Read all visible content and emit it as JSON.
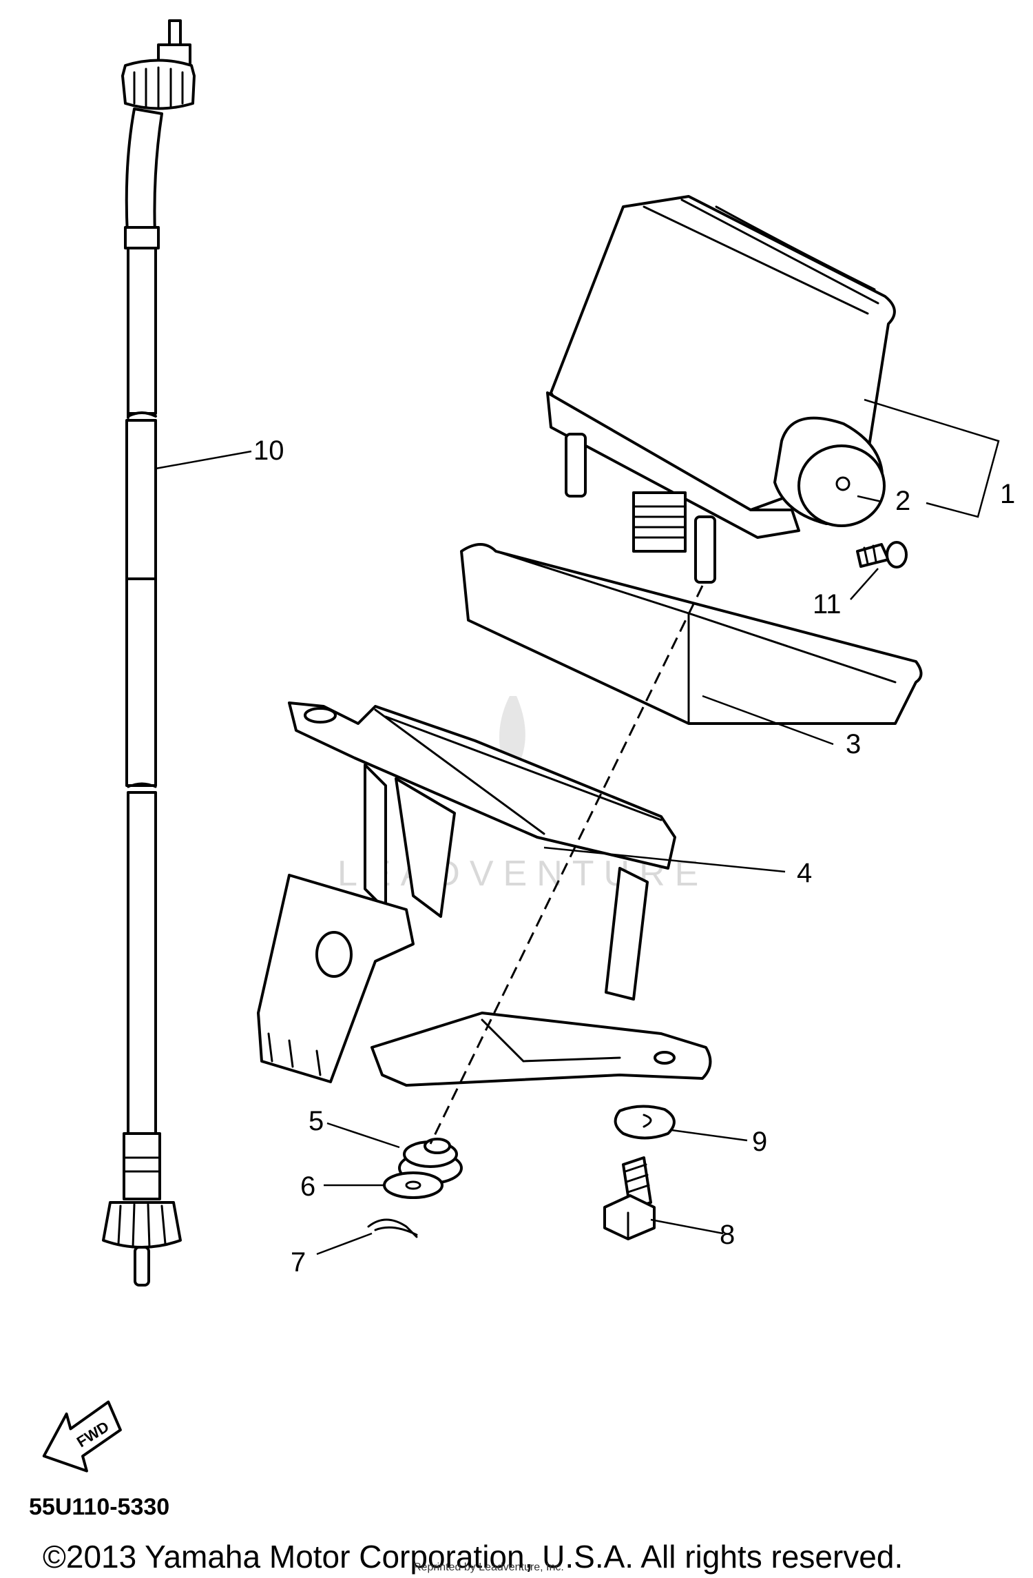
{
  "diagram": {
    "part_code": "55U110-5330",
    "copyright": "©2013 Yamaha Motor Corporation, U.S.A. All rights reserved.",
    "reprint_note": "Reprinted by Leadventure, Inc.",
    "watermark": "LEADVENTURE",
    "fwd_label": "FWD",
    "callouts": [
      "1",
      "2",
      "3",
      "4",
      "5",
      "6",
      "7",
      "8",
      "9",
      "10",
      "11"
    ]
  }
}
